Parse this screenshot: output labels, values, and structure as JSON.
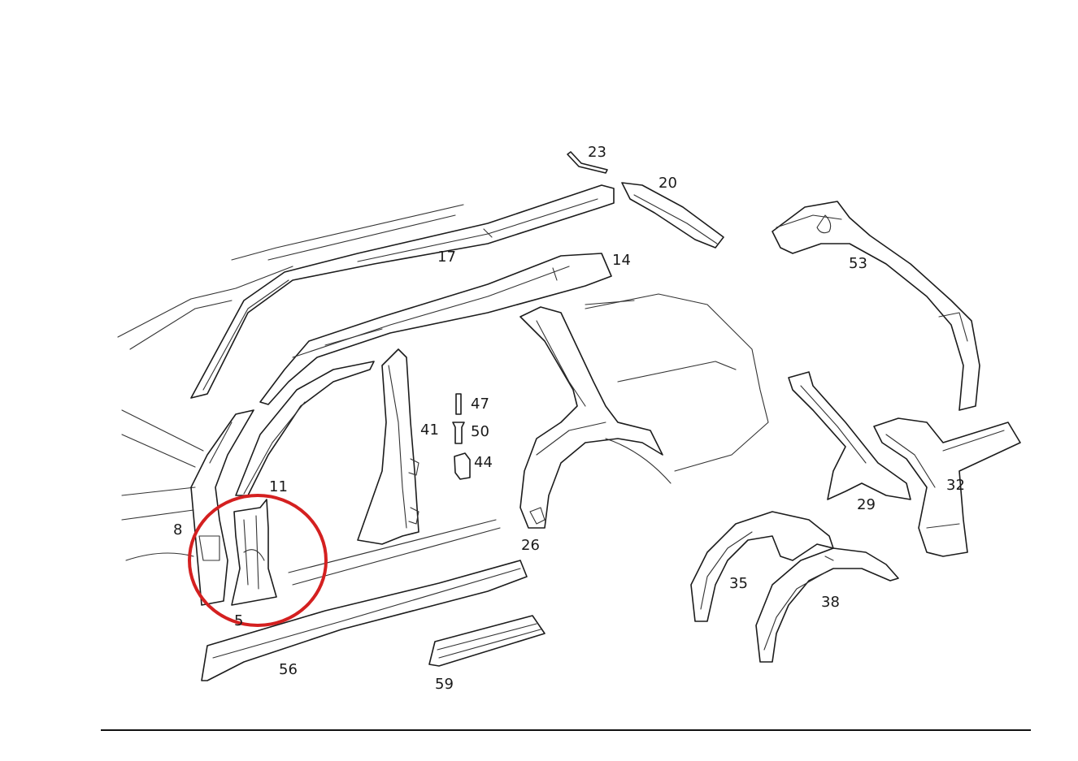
{
  "diagram": {
    "highlight_color": "#d42020",
    "parts": [
      {
        "id": "23",
        "label": "23"
      },
      {
        "id": "20",
        "label": "20"
      },
      {
        "id": "17",
        "label": "17"
      },
      {
        "id": "14",
        "label": "14"
      },
      {
        "id": "53",
        "label": "53"
      },
      {
        "id": "47",
        "label": "47"
      },
      {
        "id": "50",
        "label": "50"
      },
      {
        "id": "44",
        "label": "44"
      },
      {
        "id": "41",
        "label": "41"
      },
      {
        "id": "11",
        "label": "11"
      },
      {
        "id": "8",
        "label": "8"
      },
      {
        "id": "5",
        "label": "5"
      },
      {
        "id": "26",
        "label": "26"
      },
      {
        "id": "29",
        "label": "29"
      },
      {
        "id": "32",
        "label": "32"
      },
      {
        "id": "35",
        "label": "35"
      },
      {
        "id": "38",
        "label": "38"
      },
      {
        "id": "56",
        "label": "56"
      },
      {
        "id": "59",
        "label": "59"
      }
    ]
  }
}
